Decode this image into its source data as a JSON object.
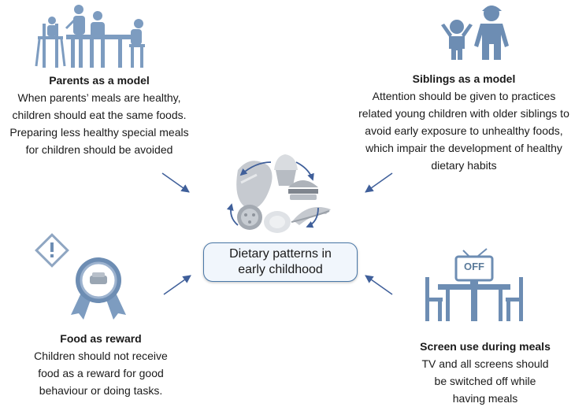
{
  "center": {
    "line1": "Dietary patterns in",
    "line2": "early childhood"
  },
  "parents": {
    "title": "Parents as a model",
    "lines": [
      "When parents’ meals are healthy,",
      "children should eat the same foods.",
      "Preparing less healthy special meals",
      "for children should be avoided"
    ]
  },
  "siblings": {
    "title": "Siblings as a model",
    "lines": [
      "Attention should be given to practices",
      "related young children with older siblings to",
      "avoid early exposure to unhealthy foods,",
      "which impair the development of healthy",
      "dietary habits"
    ]
  },
  "reward": {
    "title": "Food as reward",
    "lines": [
      "Children should not receive",
      "food as a reward for good",
      "behaviour or doing tasks."
    ]
  },
  "screen": {
    "title": "Screen use during meals",
    "lines": [
      "TV and all screens should",
      "be switched off while",
      "having meals"
    ],
    "tv_text": "OFF"
  },
  "colors": {
    "icon": "#6d8db3",
    "icon_dark": "#4a6a92",
    "arrow": "#3f5f9a",
    "box_border": "#4a78a8",
    "food": "#c9ccd1"
  },
  "icons": [
    "family-dinner-table-icon",
    "siblings-icon",
    "award-ribbon-icon",
    "warning-diamond-icon",
    "food-cycle-icon",
    "tv-dining-table-icon"
  ]
}
